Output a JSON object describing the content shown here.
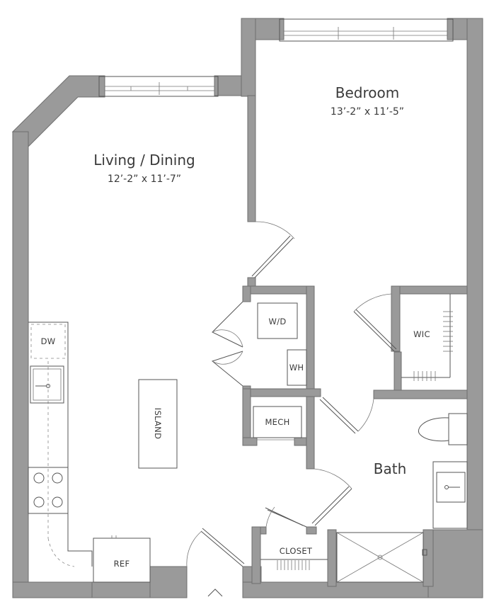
{
  "rooms": {
    "bedroom": {
      "name": "Bedroom",
      "dims": "13’-2” x 11’-5”"
    },
    "living": {
      "name": "Living / Dining",
      "dims": "12’-2” x 11’-7”"
    },
    "bath": {
      "name": "Bath"
    }
  },
  "fixtures": {
    "dw": "DW",
    "wd": "W/D",
    "wh": "WH",
    "wic": "WIC",
    "island": "ISLAND",
    "mech": "MECH",
    "closet": "CLOSET",
    "ref": "REF"
  },
  "colors": {
    "wall": "#9a9a9a",
    "wall_edge": "#6f6f6f",
    "line": "#555555"
  }
}
